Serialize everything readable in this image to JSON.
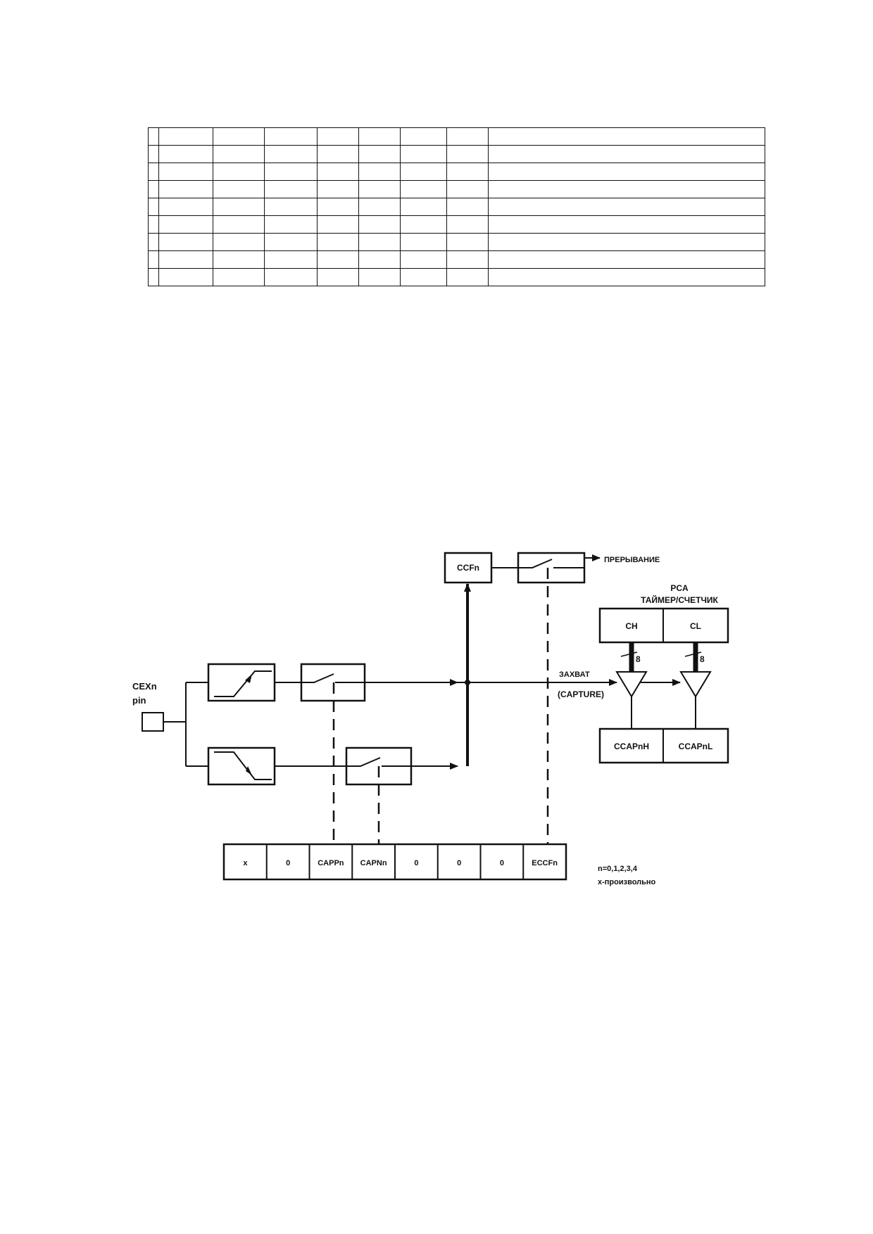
{
  "table": {
    "rows": 9,
    "columns": 9,
    "cells": []
  },
  "diagram": {
    "input": {
      "name": "CEXn",
      "sub": "pin"
    },
    "ccf": "CCFn",
    "interrupt": "ПРЕРЫВАНИЕ",
    "pca": {
      "line1": "PCA",
      "line2": "ТАЙМЕР/СЧЕТЧИК"
    },
    "timer": {
      "high": "CH",
      "low": "CL"
    },
    "bus_width": "8",
    "capture": {
      "ru": "ЗАХВАТ",
      "en": "(CAPTURE)"
    },
    "capture_regs": {
      "high": "CCAPnH",
      "low": "CCAPnL"
    },
    "register_bits": [
      "x",
      "0",
      "CAPPn",
      "CAPNn",
      "0",
      "0",
      "0",
      "ECCFn"
    ],
    "notes": {
      "n": "n=0,1,2,3,4",
      "x": "x-произвольно"
    }
  }
}
